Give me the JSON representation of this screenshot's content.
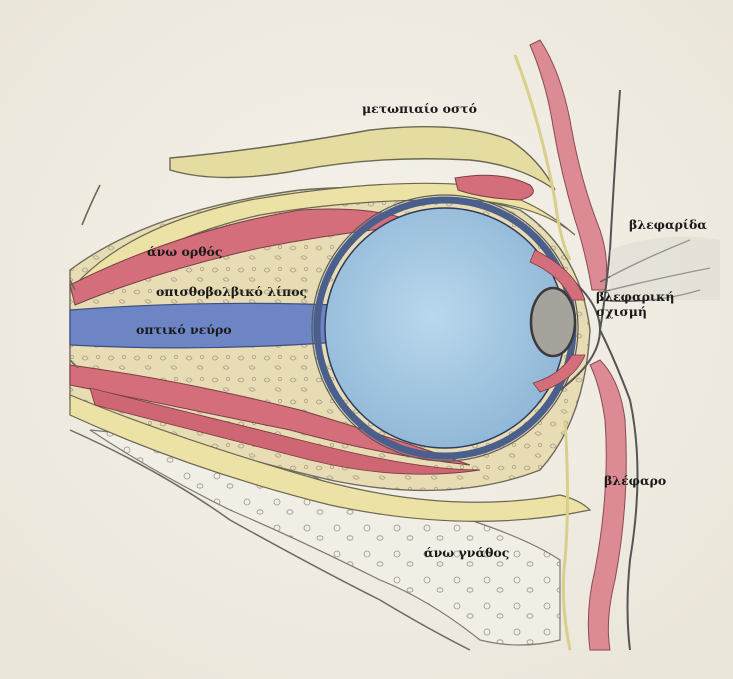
{
  "labels": {
    "frontal_bone": "μετωπιαίο οστό",
    "superior_rectus": "άνω ορθός",
    "retrobulbar_fat": "οπισθοβολβικό λίπος",
    "optic_nerve": "οπτικό νεύρο",
    "eyelashes": "βλεφαρίδα",
    "palpebral_fissure": "βλεφαρική σχισμή",
    "eyelid": "βλέφαρο",
    "maxilla": "άνω γνάθος"
  },
  "colors": {
    "paper": "#f4f1ea",
    "bone": "#e6dfa8",
    "fat": "#e8dcb5",
    "muscle": "#d9707a",
    "nerve": "#6d85c4",
    "eyeball": "#a9cbe3",
    "outline": "#555555"
  }
}
